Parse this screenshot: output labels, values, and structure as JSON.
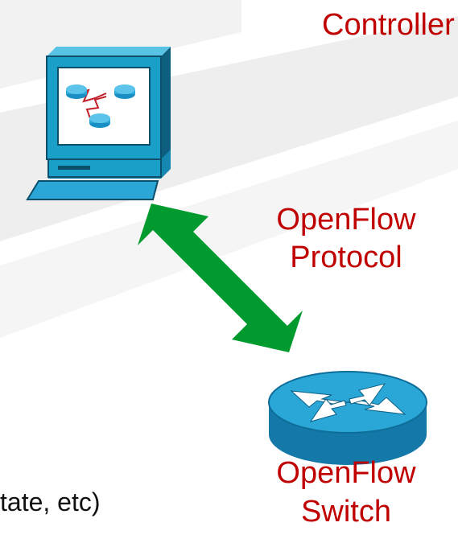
{
  "controller": {
    "label": "Controller"
  },
  "link": {
    "label_line1": "OpenFlow",
    "label_line2": "Protocol"
  },
  "switch": {
    "label_line1": "OpenFlow",
    "label_line2": "Switch"
  },
  "cropped_text": "tate, etc)",
  "colors": {
    "label_red": "#c00000",
    "arrow_green": "#009a2e",
    "monitor_blue": "#1aa0c8",
    "router_blue": "#1a8fc4"
  }
}
